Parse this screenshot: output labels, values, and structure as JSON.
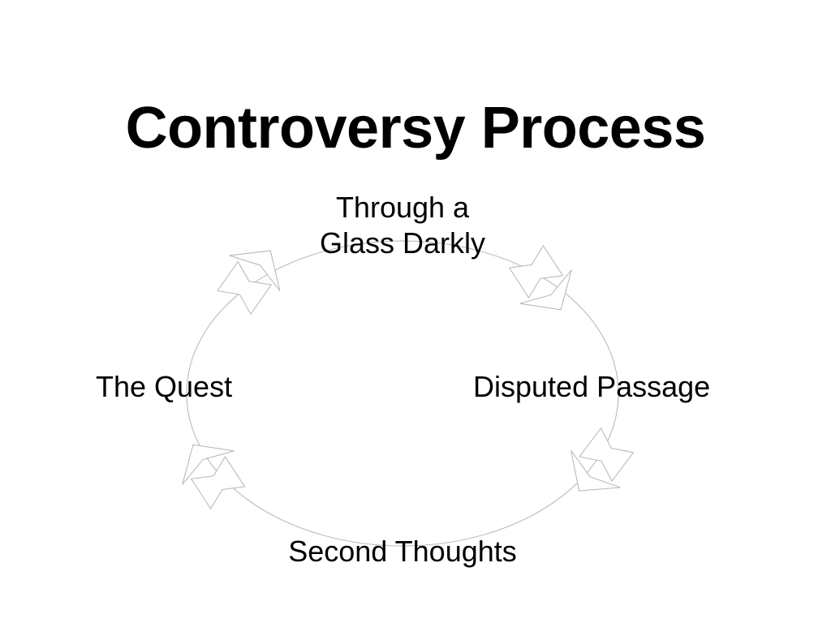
{
  "slide": {
    "title": "Controversy Process",
    "background_color": "#ffffff",
    "text_color": "#000000"
  },
  "diagram": {
    "kind": "cycle-diagram",
    "shape": "ellipse",
    "direction": "clockwise",
    "outline_color": "#b5b5b5",
    "fill_color": "#ffffff",
    "arrow_count": 4,
    "stage_count": 4,
    "labels": {
      "top": "Through a\nGlass Darkly",
      "top_line_1": "Through a",
      "top_line_2": "Glass Darkly",
      "right": "Disputed Passage",
      "bottom": "Second Thoughts",
      "left": "The Quest"
    },
    "stages": [
      {
        "position": "top",
        "label": "Through a Glass Darkly"
      },
      {
        "position": "right",
        "label": "Disputed Passage"
      },
      {
        "position": "bottom",
        "label": "Second Thoughts"
      },
      {
        "position": "left",
        "label": "The Quest"
      }
    ]
  }
}
